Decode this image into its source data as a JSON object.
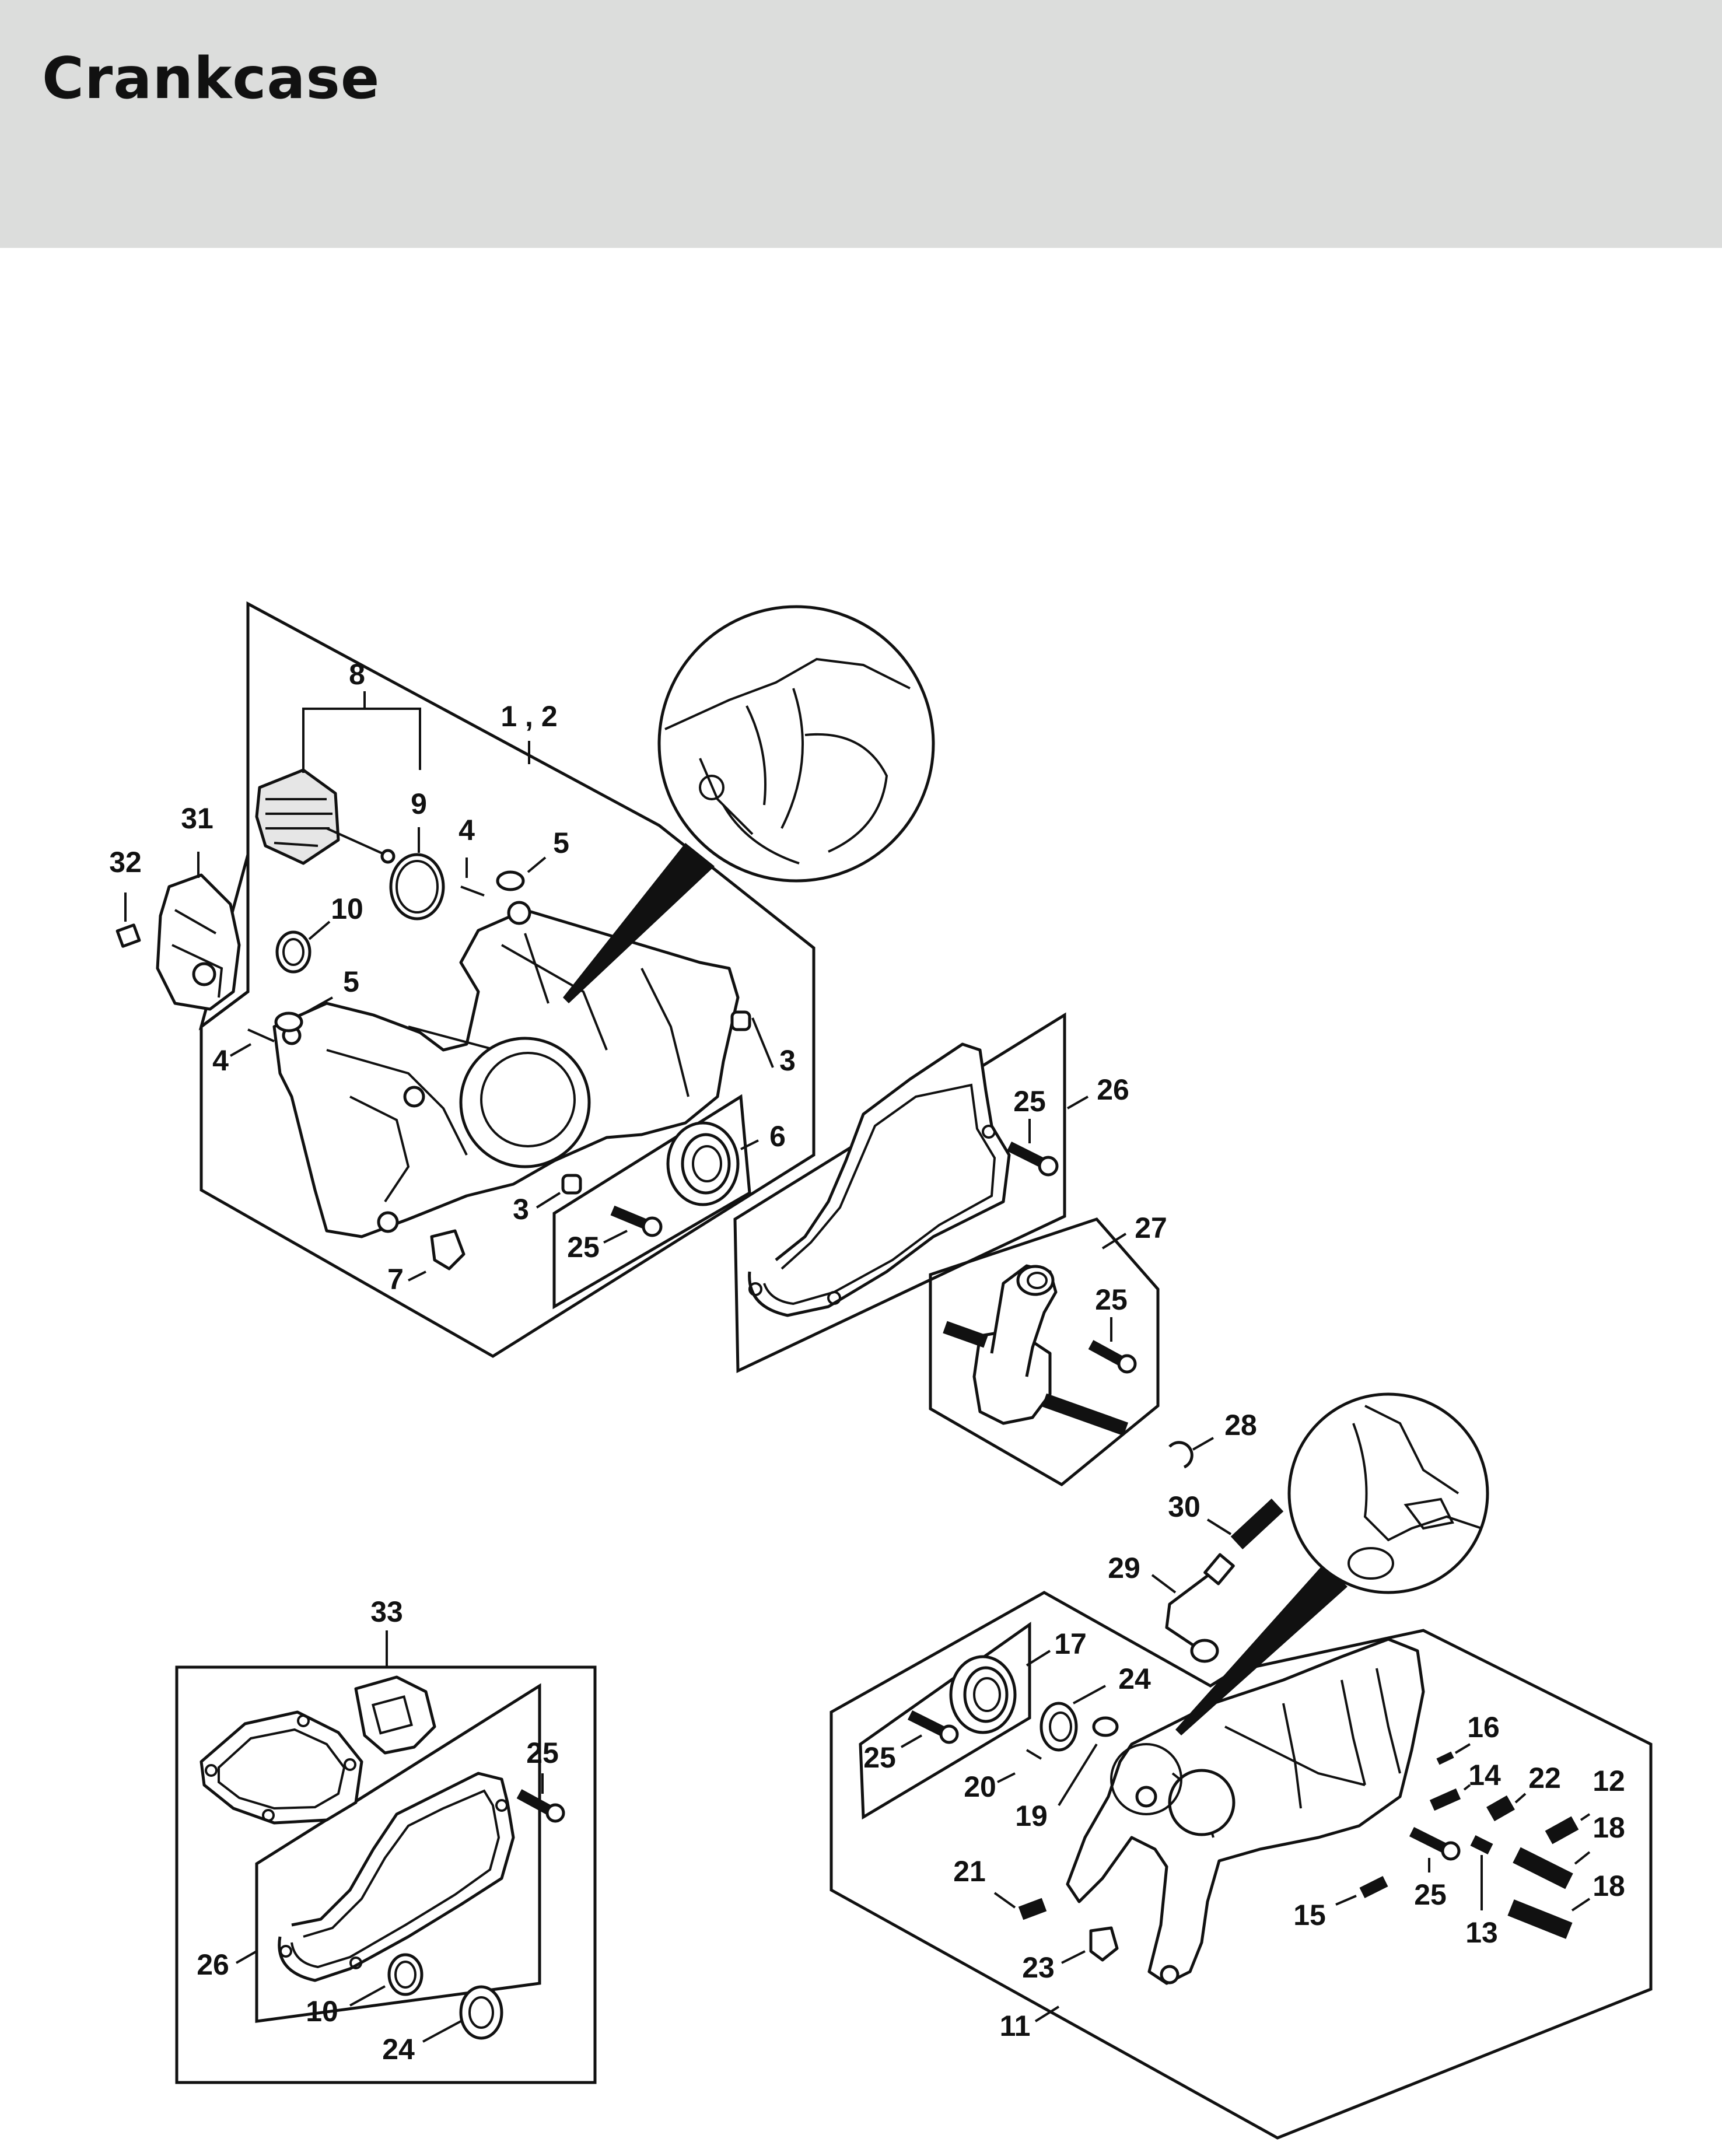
{
  "header": {
    "title": "Crankcase"
  },
  "callouts": {
    "c1_2": "1 , 2",
    "c3": "3",
    "c4": "4",
    "c5": "5",
    "c6": "6",
    "c7": "7",
    "c8": "8",
    "c9": "9",
    "c10": "10",
    "c11": "11",
    "c12": "12",
    "c13": "13",
    "c14": "14",
    "c15": "15",
    "c16": "16",
    "c17": "17",
    "c18": "18",
    "c19": "19",
    "c20": "20",
    "c21": "21",
    "c22": "22",
    "c23": "23",
    "c24": "24",
    "c25": "25",
    "c26": "26",
    "c27": "27",
    "c28": "28",
    "c29": "29",
    "c30": "30",
    "c31": "31",
    "c32": "32",
    "c33": "33"
  },
  "colors": {
    "header_bg": "#dcdddc",
    "line": "#111111",
    "fill": "#ffffff",
    "shade": "#e6e6e6"
  }
}
